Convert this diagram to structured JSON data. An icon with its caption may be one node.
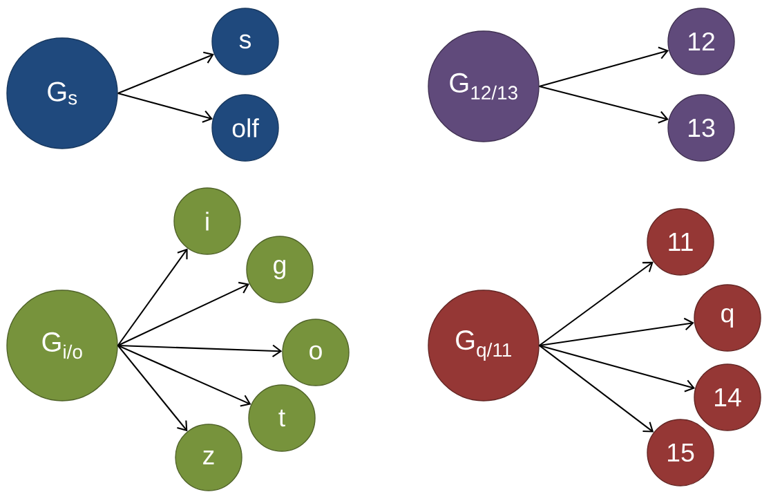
{
  "diagram": {
    "nodes": [
      {
        "text": [
          "G$_{s}$"
        ]
      },
      {
        "text": [
          "s"
        ]
      },
      {
        "text": [
          "olf"
        ]
      },
      {
        "text": [
          "G$_{12/13}$"
        ]
      },
      {
        "text": [
          "12"
        ]
      },
      {
        "text": [
          "13"
        ]
      },
      {
        "text": [
          "G$_{i/o}$"
        ]
      },
      {
        "text": [
          "i"
        ]
      },
      {
        "text": [
          "g"
        ]
      },
      {
        "text": [
          "o"
        ]
      },
      {
        "text": [
          "t"
        ]
      },
      {
        "text": [
          "z"
        ]
      },
      {
        "text": [
          "G$_{q/11}$"
        ]
      },
      {
        "text": [
          "11"
        ]
      },
      {
        "text": [
          "q"
        ]
      },
      {
        "text": [
          "14"
        ]
      },
      {
        "text": [
          "15"
        ]
      }
    ],
    "edges": [
      {
        "from": 0,
        "to": 1,
        "arrow": "to"
      },
      {
        "from": 0,
        "to": 2,
        "arrow": "to"
      },
      {
        "from": 3,
        "to": 4,
        "arrow": "to"
      },
      {
        "from": 3,
        "to": 5,
        "arrow": "to"
      },
      {
        "from": 6,
        "to": 7,
        "arrow": "to"
      },
      {
        "from": 6,
        "to": 8,
        "arrow": "to"
      },
      {
        "from": 6,
        "to": 9,
        "arrow": "to"
      },
      {
        "from": 6,
        "to": 10,
        "arrow": "to"
      },
      {
        "from": 6,
        "to": 11,
        "arrow": "to"
      },
      {
        "from": 12,
        "to": 13,
        "arrow": "to"
      },
      {
        "from": 12,
        "to": 14,
        "arrow": "to"
      },
      {
        "from": 12,
        "to": 15,
        "arrow": "to"
      },
      {
        "from": 12,
        "to": 16,
        "arrow": "to"
      }
    ]
  }
}
